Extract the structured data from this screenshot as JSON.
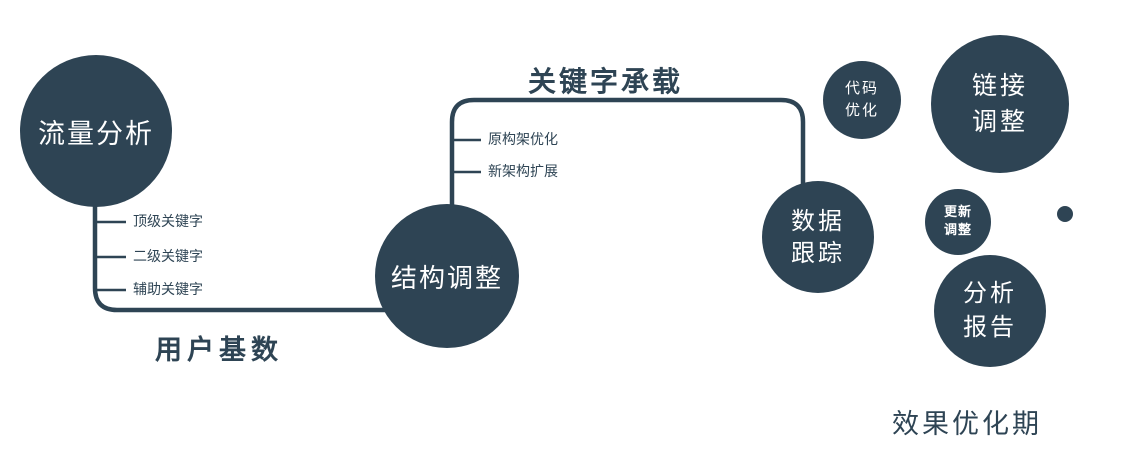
{
  "colors": {
    "primary": "#2e4454",
    "text-light": "#ffffff",
    "background": "#ffffff"
  },
  "nodes": {
    "traffic": {
      "label": "流量分析"
    },
    "structure": {
      "label": "结构调整"
    },
    "tracking": {
      "label": "数据\n跟踪"
    },
    "code": {
      "label": "代码\n优化"
    },
    "link": {
      "label": "链接\n调整"
    },
    "update": {
      "label": "更新\n调整"
    },
    "report": {
      "label": "分析\n报告"
    }
  },
  "edge_labels": {
    "user_base": "用户基数",
    "keyword_carry": "关键字承载"
  },
  "branches": {
    "traffic": [
      "顶级关键字",
      "二级关键字",
      "辅助关键字"
    ],
    "structure": [
      "原构架优化",
      "新架构扩展"
    ]
  },
  "footer": {
    "label": "效果优化期"
  }
}
